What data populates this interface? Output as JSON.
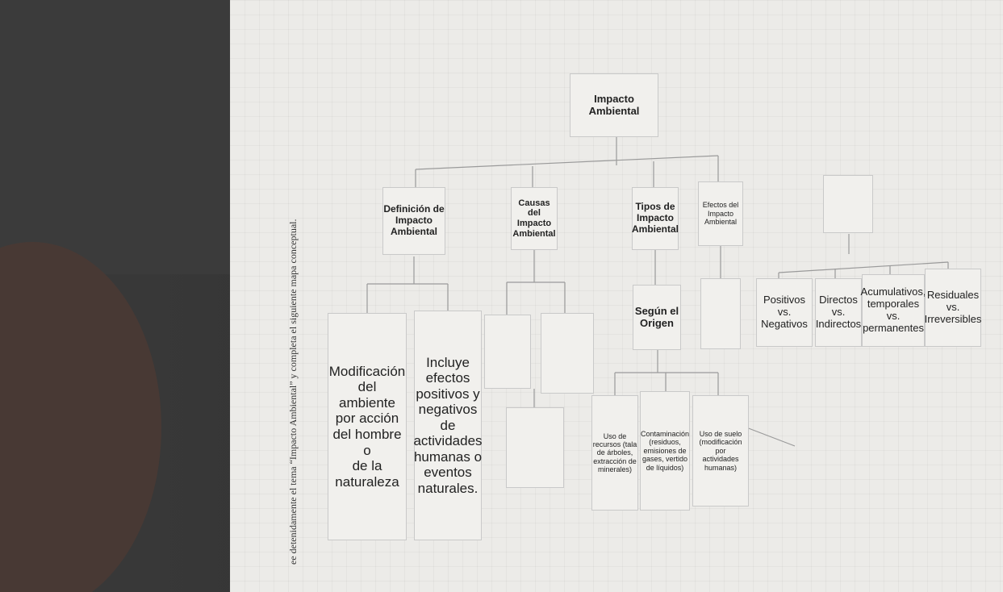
{
  "side_text": "ee detenidamente el tema “Impacto Ambiental” y completa el siguiente mapa conceptual.",
  "diagram": {
    "root": "Impacto Ambiental",
    "level1": {
      "definicion": "Definición de\nImpacto\nAmbiental",
      "causas": "Causas del\nImpacto\nAmbiental",
      "tipos": "Tipos de\nImpacto\nAmbiental",
      "efectos": "Efectos del\nImpacto\nAmbiental",
      "blank": ""
    },
    "definicion_children": {
      "modificacion": "Modificación\ndel ambiente\npor acción\ndel hombre o\nde la\nnaturaleza",
      "incluye": "Incluye\nefectos\npositivos y\nnegativos de\nactividades\nhumanas o\neventos\nnaturales."
    },
    "tipos_children": {
      "segun_origen": "Según el\nOrigen"
    },
    "origen_children": {
      "uso_recursos": "Uso de\nrecursos (tala\nde árboles,\nextracción de\nminerales)",
      "contaminacion": "Contaminación\n(residuos,\nemisiones de\ngases, vertido\nde líquidos)",
      "uso_suelo": "Uso de suelo\n(modificación por\nactividades\nhumanas)"
    },
    "efectos_children": {
      "positivos": "Positivos vs.\nNegativos",
      "directos": "Directos\nvs.\nIndirectos",
      "acumulativos": "Acumulativos,\ntemporales\nvs.\npermanentes",
      "residuales": "Residuales\nvs.\nIrreversibles"
    }
  }
}
